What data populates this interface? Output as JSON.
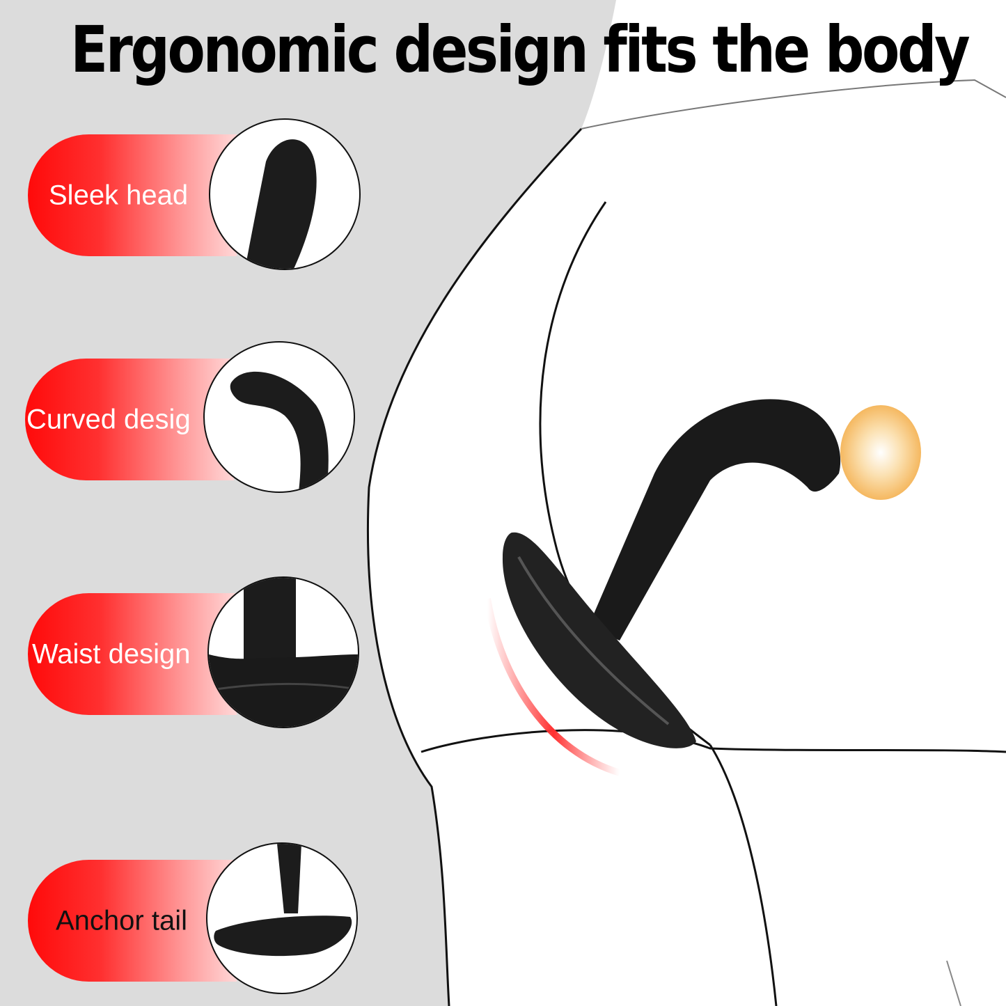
{
  "title": "Ergonomic design fits the body",
  "features": [
    {
      "label": "Sleek head",
      "icon": "sleek-head-icon"
    },
    {
      "label": "Curved desig",
      "icon": "curved-design-icon"
    },
    {
      "label": "Waist design",
      "icon": "waist-design-icon"
    },
    {
      "label": "Anchor tail",
      "icon": "anchor-tail-icon"
    }
  ],
  "colors": {
    "accent": "#ff0a0a",
    "panel": "#dcdcdc",
    "glow": "#f7c27a"
  }
}
